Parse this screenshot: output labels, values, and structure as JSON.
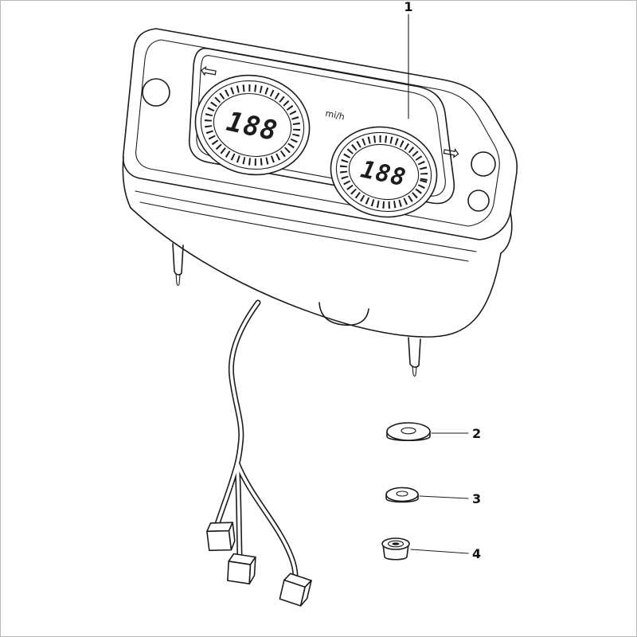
{
  "canvas": {
    "background": "#ffffff",
    "line_color": "#1c1c1c",
    "border_color": "#b9b9b9"
  },
  "cluster": {
    "left_gauge": {
      "value": "188"
    },
    "right_gauge": {
      "value": "188"
    },
    "units_label": "mi/h",
    "left_arrow_glyph": "⇦",
    "right_arrow_glyph": "⇨"
  },
  "callouts": {
    "part1": "1",
    "part2": "2",
    "part3": "3",
    "part4": "4"
  }
}
